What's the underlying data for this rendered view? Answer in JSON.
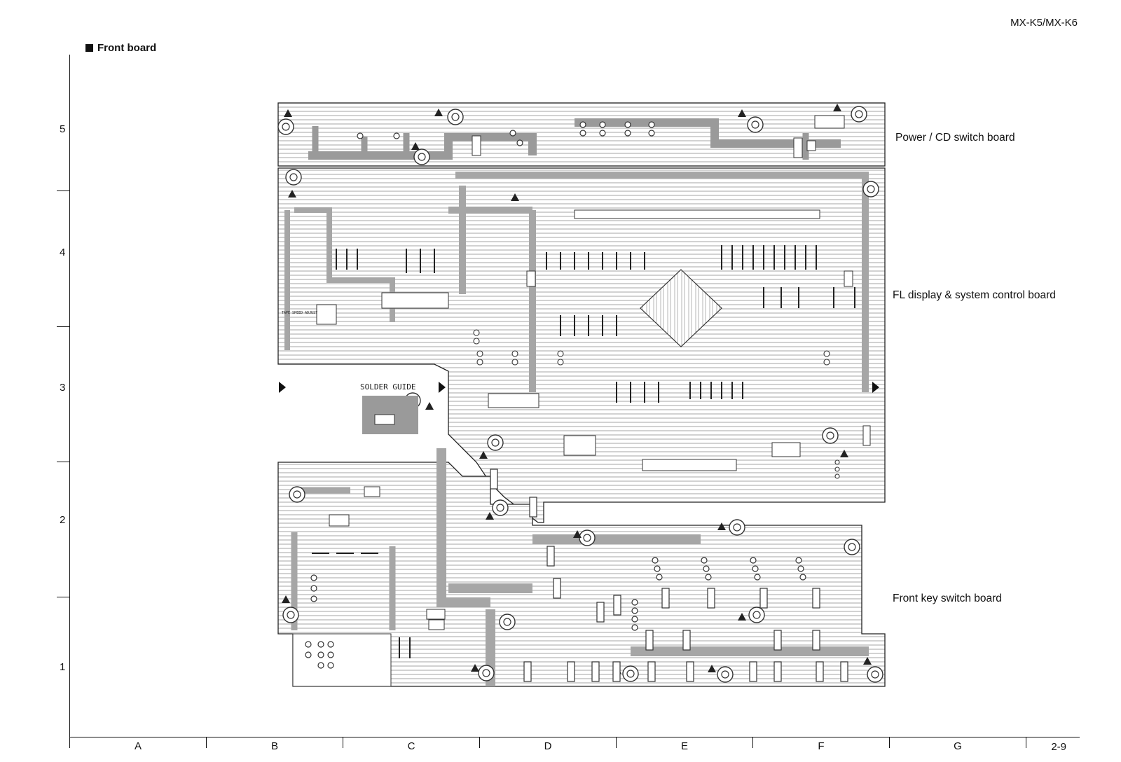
{
  "header": {
    "model": "MX-K5/MX-K6"
  },
  "section": {
    "title": "Front board"
  },
  "grid": {
    "rows": [
      "5",
      "4",
      "3",
      "2",
      "1"
    ],
    "cols": [
      "A",
      "B",
      "C",
      "D",
      "E",
      "F",
      "G"
    ]
  },
  "boards": {
    "power": "Power / CD switch board",
    "fl": "FL display & system control board",
    "key": "Front key switch board"
  },
  "pcb_text": {
    "solder_guide": "SOLDER GUIDE",
    "tape_speed": "TAPE SPEED ADJUST"
  },
  "footer": {
    "page": "2-9"
  }
}
